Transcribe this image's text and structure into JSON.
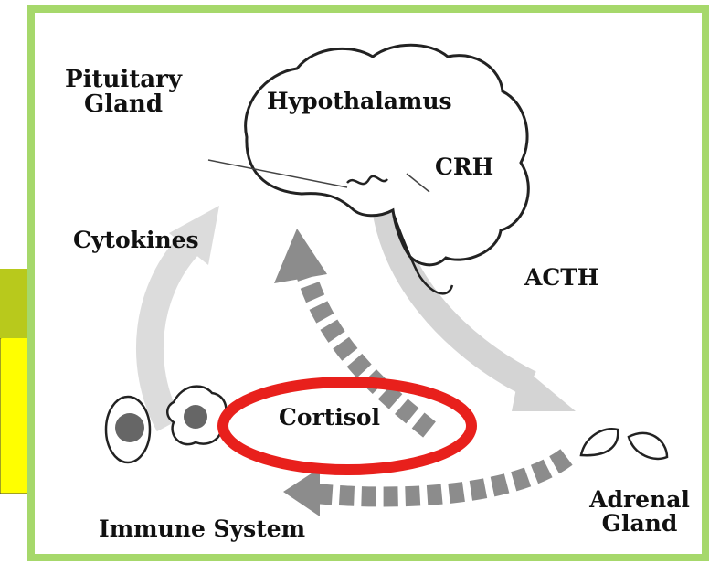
{
  "labels": {
    "pituitary_line1": "Pituitary",
    "pituitary_line2": "Gland",
    "hypothalamus": "Hypothalamus",
    "crh": "CRH",
    "cytokines": "Cytokines",
    "acth": "ACTH",
    "cortisol": "Cortisol",
    "immune_system": "Immune System",
    "adrenal_line1": "Adrenal",
    "adrenal_line2": "Gland"
  },
  "colors": {
    "frame": "#a6d86b",
    "highlight_ring": "#e8201c",
    "arrow_light": "#d0d0d0",
    "arrow_dark": "#8c8c8c",
    "side_bar": "#b8c91c",
    "note_fill": "#ffff00"
  },
  "icons": {
    "brain": "brain-outline-icon",
    "cells": "immune-cells-icon",
    "adrenal": "adrenal-glands-icon"
  }
}
